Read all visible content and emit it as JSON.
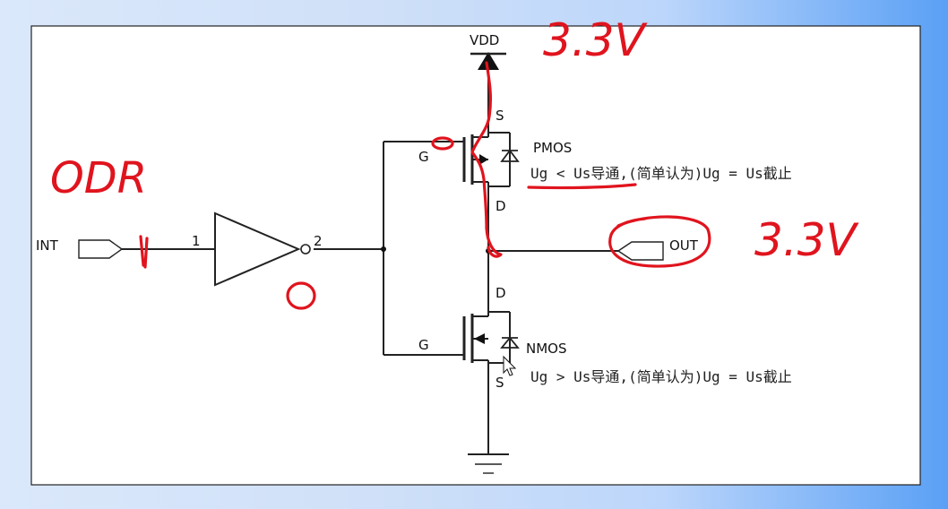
{
  "diagram": {
    "labels": {
      "vdd": "VDD",
      "int": "INT",
      "out": "OUT",
      "pin1": "1",
      "pin2": "2",
      "pmos": "PMOS",
      "nmos": "NMOS",
      "g_top": "G",
      "g_bottom": "G",
      "s_top": "S",
      "d_top": "D",
      "d_bottom": "D",
      "s_bottom": "S"
    },
    "notes": {
      "pmos_rule": "Ug < Us导通,(简单认为)Ug = Us截止",
      "nmos_rule": "Ug > Us导通,(简单认为)Ug = Us截止"
    },
    "handwriting": {
      "vdd_voltage": "3.3V",
      "odr": "ODR",
      "inverter_output": "0",
      "out_voltage": "3.3V"
    },
    "colors": {
      "wire": "#222222",
      "ink": "#e0141e",
      "canvas": "#ffffff"
    }
  }
}
